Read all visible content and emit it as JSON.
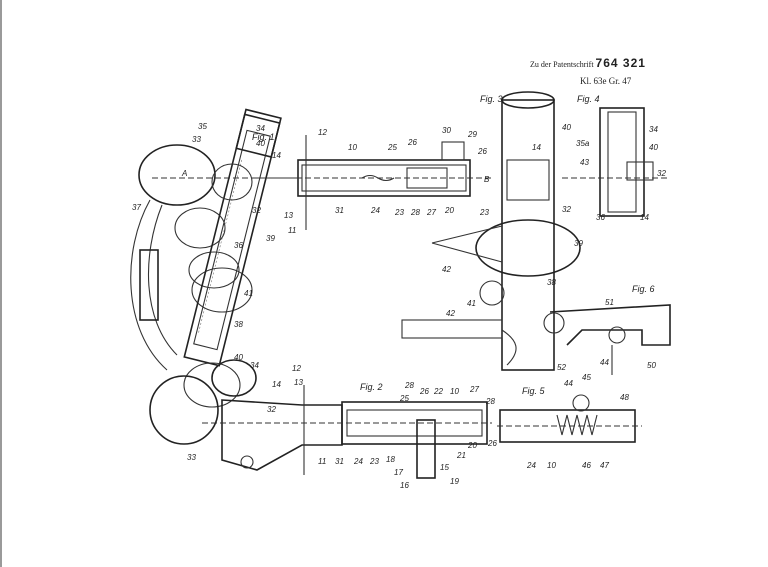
{
  "header": {
    "prefix": "Zu der Patentschrift",
    "number": "764 321",
    "class": "Kl. 63e Gr. 47"
  },
  "figures": [
    "Fig. 1",
    "Fig. 2",
    "Fig. 3",
    "Fig. 4",
    "Fig. 5",
    "Fig. 6"
  ],
  "section_marks": [
    "A",
    "B"
  ],
  "numerals": {
    "fig1": [
      "35",
      "34",
      "33",
      "14",
      "40",
      "12",
      "10",
      "25",
      "26",
      "30",
      "29",
      "26",
      "37",
      "32",
      "13",
      "11",
      "31",
      "24",
      "23",
      "28",
      "27",
      "20",
      "23",
      "36",
      "39",
      "41",
      "38"
    ],
    "fig2": [
      "40",
      "34",
      "12",
      "13",
      "14",
      "32",
      "33",
      "11",
      "31",
      "24",
      "23",
      "18",
      "17",
      "16",
      "19",
      "15",
      "21",
      "20",
      "28",
      "25",
      "26",
      "22",
      "10",
      "27",
      "28",
      "26"
    ],
    "fig3": [
      "40",
      "14",
      "32",
      "39",
      "42",
      "41",
      "38",
      "42"
    ],
    "fig4": [
      "35a",
      "34",
      "43",
      "40",
      "32",
      "36",
      "14"
    ],
    "fig5": [
      "44",
      "45",
      "48",
      "24",
      "10",
      "46",
      "47"
    ],
    "fig6": [
      "51",
      "44",
      "50",
      "52"
    ]
  }
}
